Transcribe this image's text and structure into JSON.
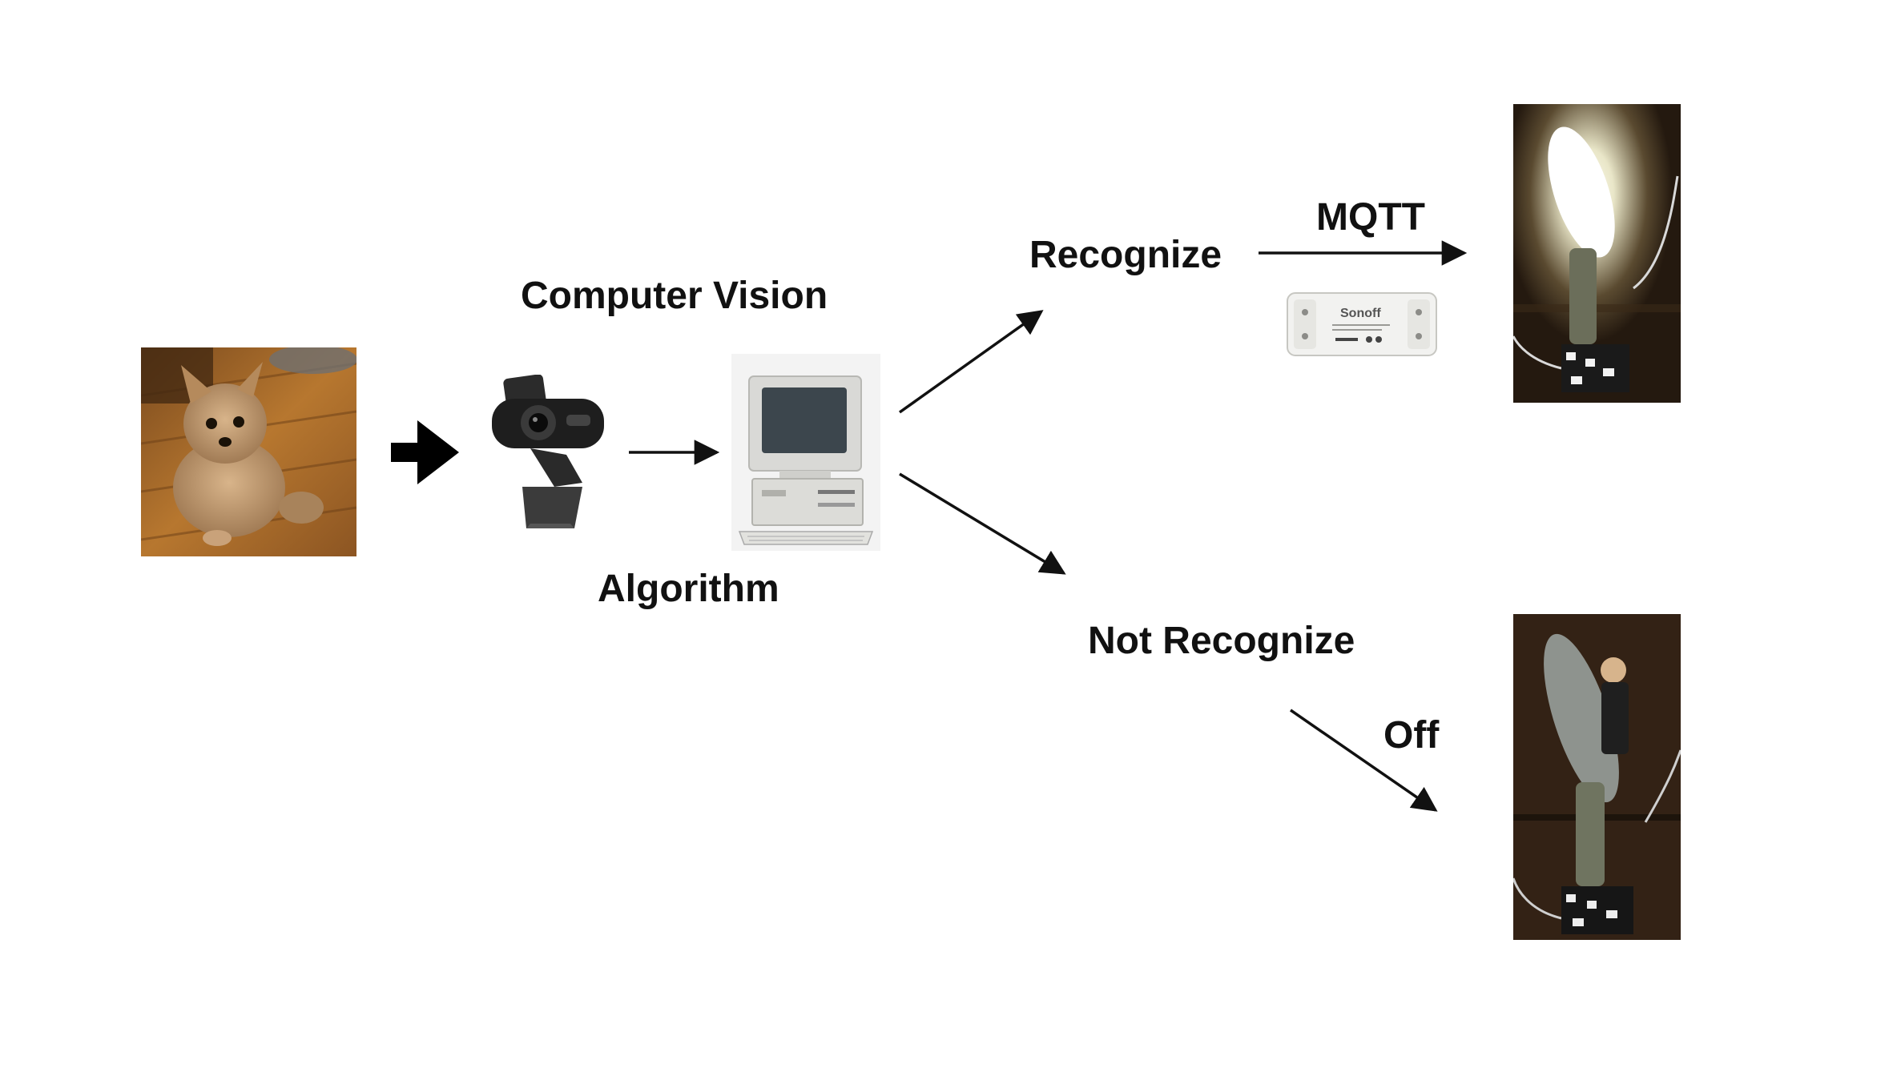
{
  "labels": {
    "computer_vision": "Computer Vision",
    "algorithm": "Algorithm",
    "recognize": "Recognize",
    "mqtt": "MQTT",
    "not_recognize": "Not Recognize",
    "off": "Off",
    "sonoff_brand": "Sonoff"
  },
  "images": {
    "dog_photo": "dog-photo",
    "webcam": "webcam-icon",
    "computer": "computer-icon",
    "switch": "sonoff-switch-icon",
    "lamp_on": "lamp-on-photo",
    "lamp_off": "lamp-off-photo"
  },
  "colors": {
    "text": "#111111",
    "arrow": "#111111",
    "background": "#ffffff"
  }
}
